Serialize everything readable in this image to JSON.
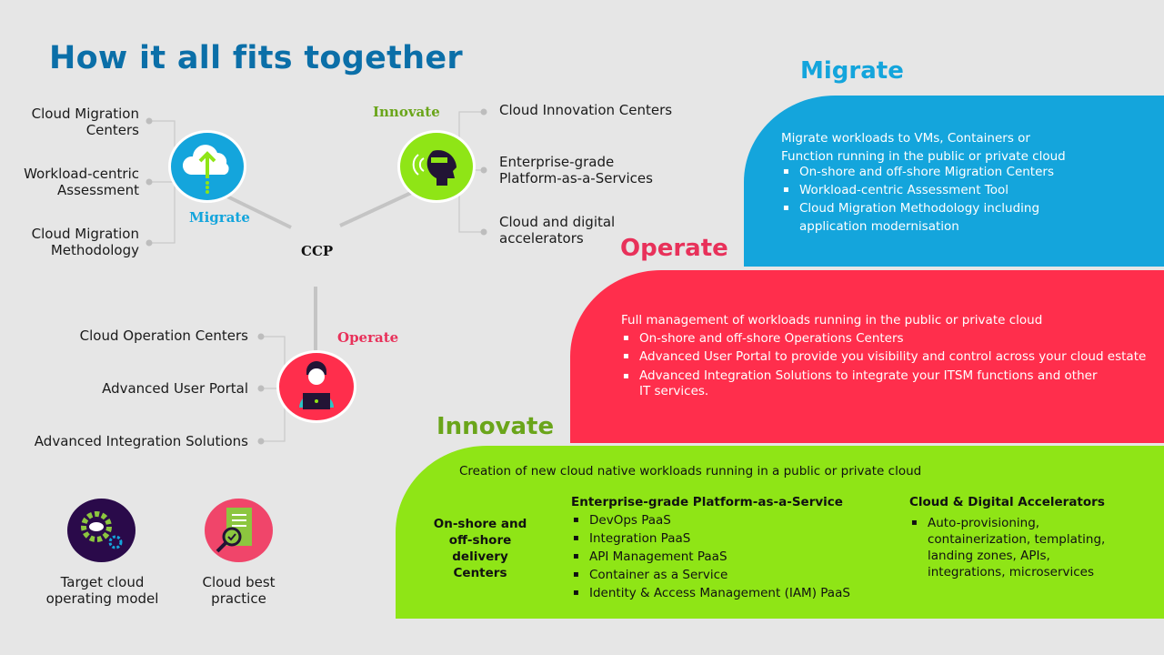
{
  "title": "How it all fits together",
  "center_label": "CCP",
  "migrate": {
    "label": "Migrate",
    "items": [
      "Cloud Migration Centers",
      "Workload-centric Assessment",
      "Cloud Migration Methodology"
    ]
  },
  "innovate": {
    "label": "Innovate",
    "items": [
      "Cloud Innovation Centers",
      "Enterprise-grade Platform-as-a-Services",
      "Cloud and digital accelerators"
    ]
  },
  "operate": {
    "label": "Operate",
    "items": [
      "Cloud Operation Centers",
      "Advanced User Portal",
      "Advanced Integration Solutions"
    ]
  },
  "bottom_icons": [
    {
      "label": "Target cloud operating model"
    },
    {
      "label": "Cloud best practice"
    }
  ],
  "panels": {
    "migrate": {
      "heading": "Migrate",
      "intro": "Migrate workloads to VMs, Containers or Function running in the public or private cloud",
      "bullets": [
        "On-shore and off-shore Migration Centers",
        "Workload-centric Assessment Tool",
        "Cloud Migration Methodology including application modernisation"
      ]
    },
    "operate": {
      "heading": "Operate",
      "intro": "Full management of workloads running in the public or private cloud",
      "bullets": [
        "On-shore and off-shore Operations Centers",
        "Advanced User Portal to provide you visibility and control across your cloud estate",
        "Advanced Integration Solutions to integrate your ITSM functions and other IT services."
      ]
    },
    "innovate": {
      "heading": "Innovate",
      "intro": "Creation of new cloud native workloads running in a public or private cloud",
      "col1": "On-shore and off-shore delivery Centers",
      "col2_title": "Enterprise-grade Platform-as-a-Service",
      "col2": [
        "DevOps PaaS",
        "Integration PaaS",
        "API Management PaaS",
        "Container as a Service",
        "Identity & Access Management (IAM) PaaS"
      ],
      "col3_title": "Cloud & Digital Accelerators",
      "col3": [
        "Auto-provisioning, containerization, templating, landing zones, APIs, integrations, microservices"
      ]
    }
  },
  "colors": {
    "blue": "#14a5dc",
    "red": "#ff2e4c",
    "green": "#8fe516",
    "title": "#0b6fa8"
  }
}
